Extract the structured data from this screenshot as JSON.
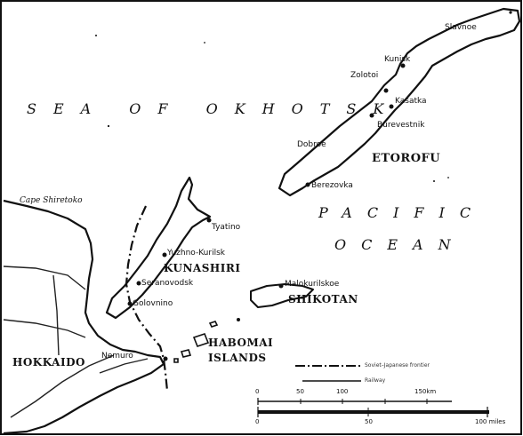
{
  "map": {
    "seas": {
      "sea_of_okhotsk": "SEA OF OKHOTSK",
      "pacific": "PACIFIC",
      "ocean": "OCEAN"
    },
    "islands": {
      "etorofu": "ETOROFU",
      "kunashiri": "KUNASHIRI",
      "shikotan": "SHIKOTAN",
      "habomai": "HABOMAI",
      "habomai_line2": "ISLANDS",
      "hokkaido": "HOKKAIDO"
    },
    "places": {
      "cape_shiretoko": "Cape Shiretoko",
      "slavnoe": "Slavnoe",
      "kunisk": "Kunisk",
      "zolotoi": "Zolotoi",
      "kasatka": "Kasatka",
      "burevestnik": "Burevestnik",
      "dobroe": "Dobroe",
      "berezovka": "Berezovka",
      "tyatino": "Tyatino",
      "yuzhno_kurilsk": "Yuzhno-Kurilsk",
      "seranovodsk": "Seranovodsk",
      "golovnino": "Golovnino",
      "malokurilskoe": "Malokurilskoe",
      "nemuro": "Nemuro"
    },
    "legend": {
      "frontier": "Soviet–Japanese frontier",
      "railway": "Railway"
    },
    "scale": {
      "km_ticks": [
        "0",
        "50",
        "100",
        "150km"
      ],
      "miles_ticks": [
        "0",
        "50",
        "100 miles"
      ]
    }
  }
}
